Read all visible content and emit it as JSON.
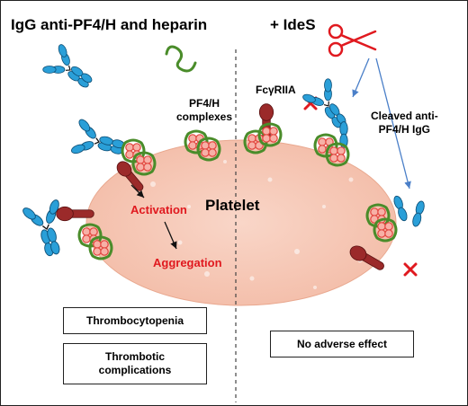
{
  "left_panel": {
    "title": "IgG anti-PF4/H and heparin",
    "complexes_label_line1": "PF4/H",
    "complexes_label_line2": "complexes",
    "activation": "Activation",
    "aggregation": "Aggregation",
    "outcome_1": "Thrombocytopenia",
    "outcome_2_line1": "Thrombotic",
    "outcome_2_line2": "complications"
  },
  "center": {
    "platelet": "Platelet"
  },
  "right_panel": {
    "title": "+ IdeS",
    "receptor": "FcγRIIA",
    "cleaved_line1": "Cleaved anti-",
    "cleaved_line2": "PF4/H IgG",
    "outcome": "No adverse effect"
  },
  "colors": {
    "antibody": "#2a9fd8",
    "receptor": "#9b2a2a",
    "platelet": "#f6c7b5",
    "pf4_green": "#4a8c2a",
    "pf4_red": "#e2453f",
    "emphasis_red": "#e0191f",
    "arrow_blue": "#4a7fc8"
  },
  "icons": [
    "antibody-icon",
    "heparin-icon",
    "scissors-icon",
    "receptor-icon",
    "pf4-complex-icon",
    "cross-icon"
  ]
}
